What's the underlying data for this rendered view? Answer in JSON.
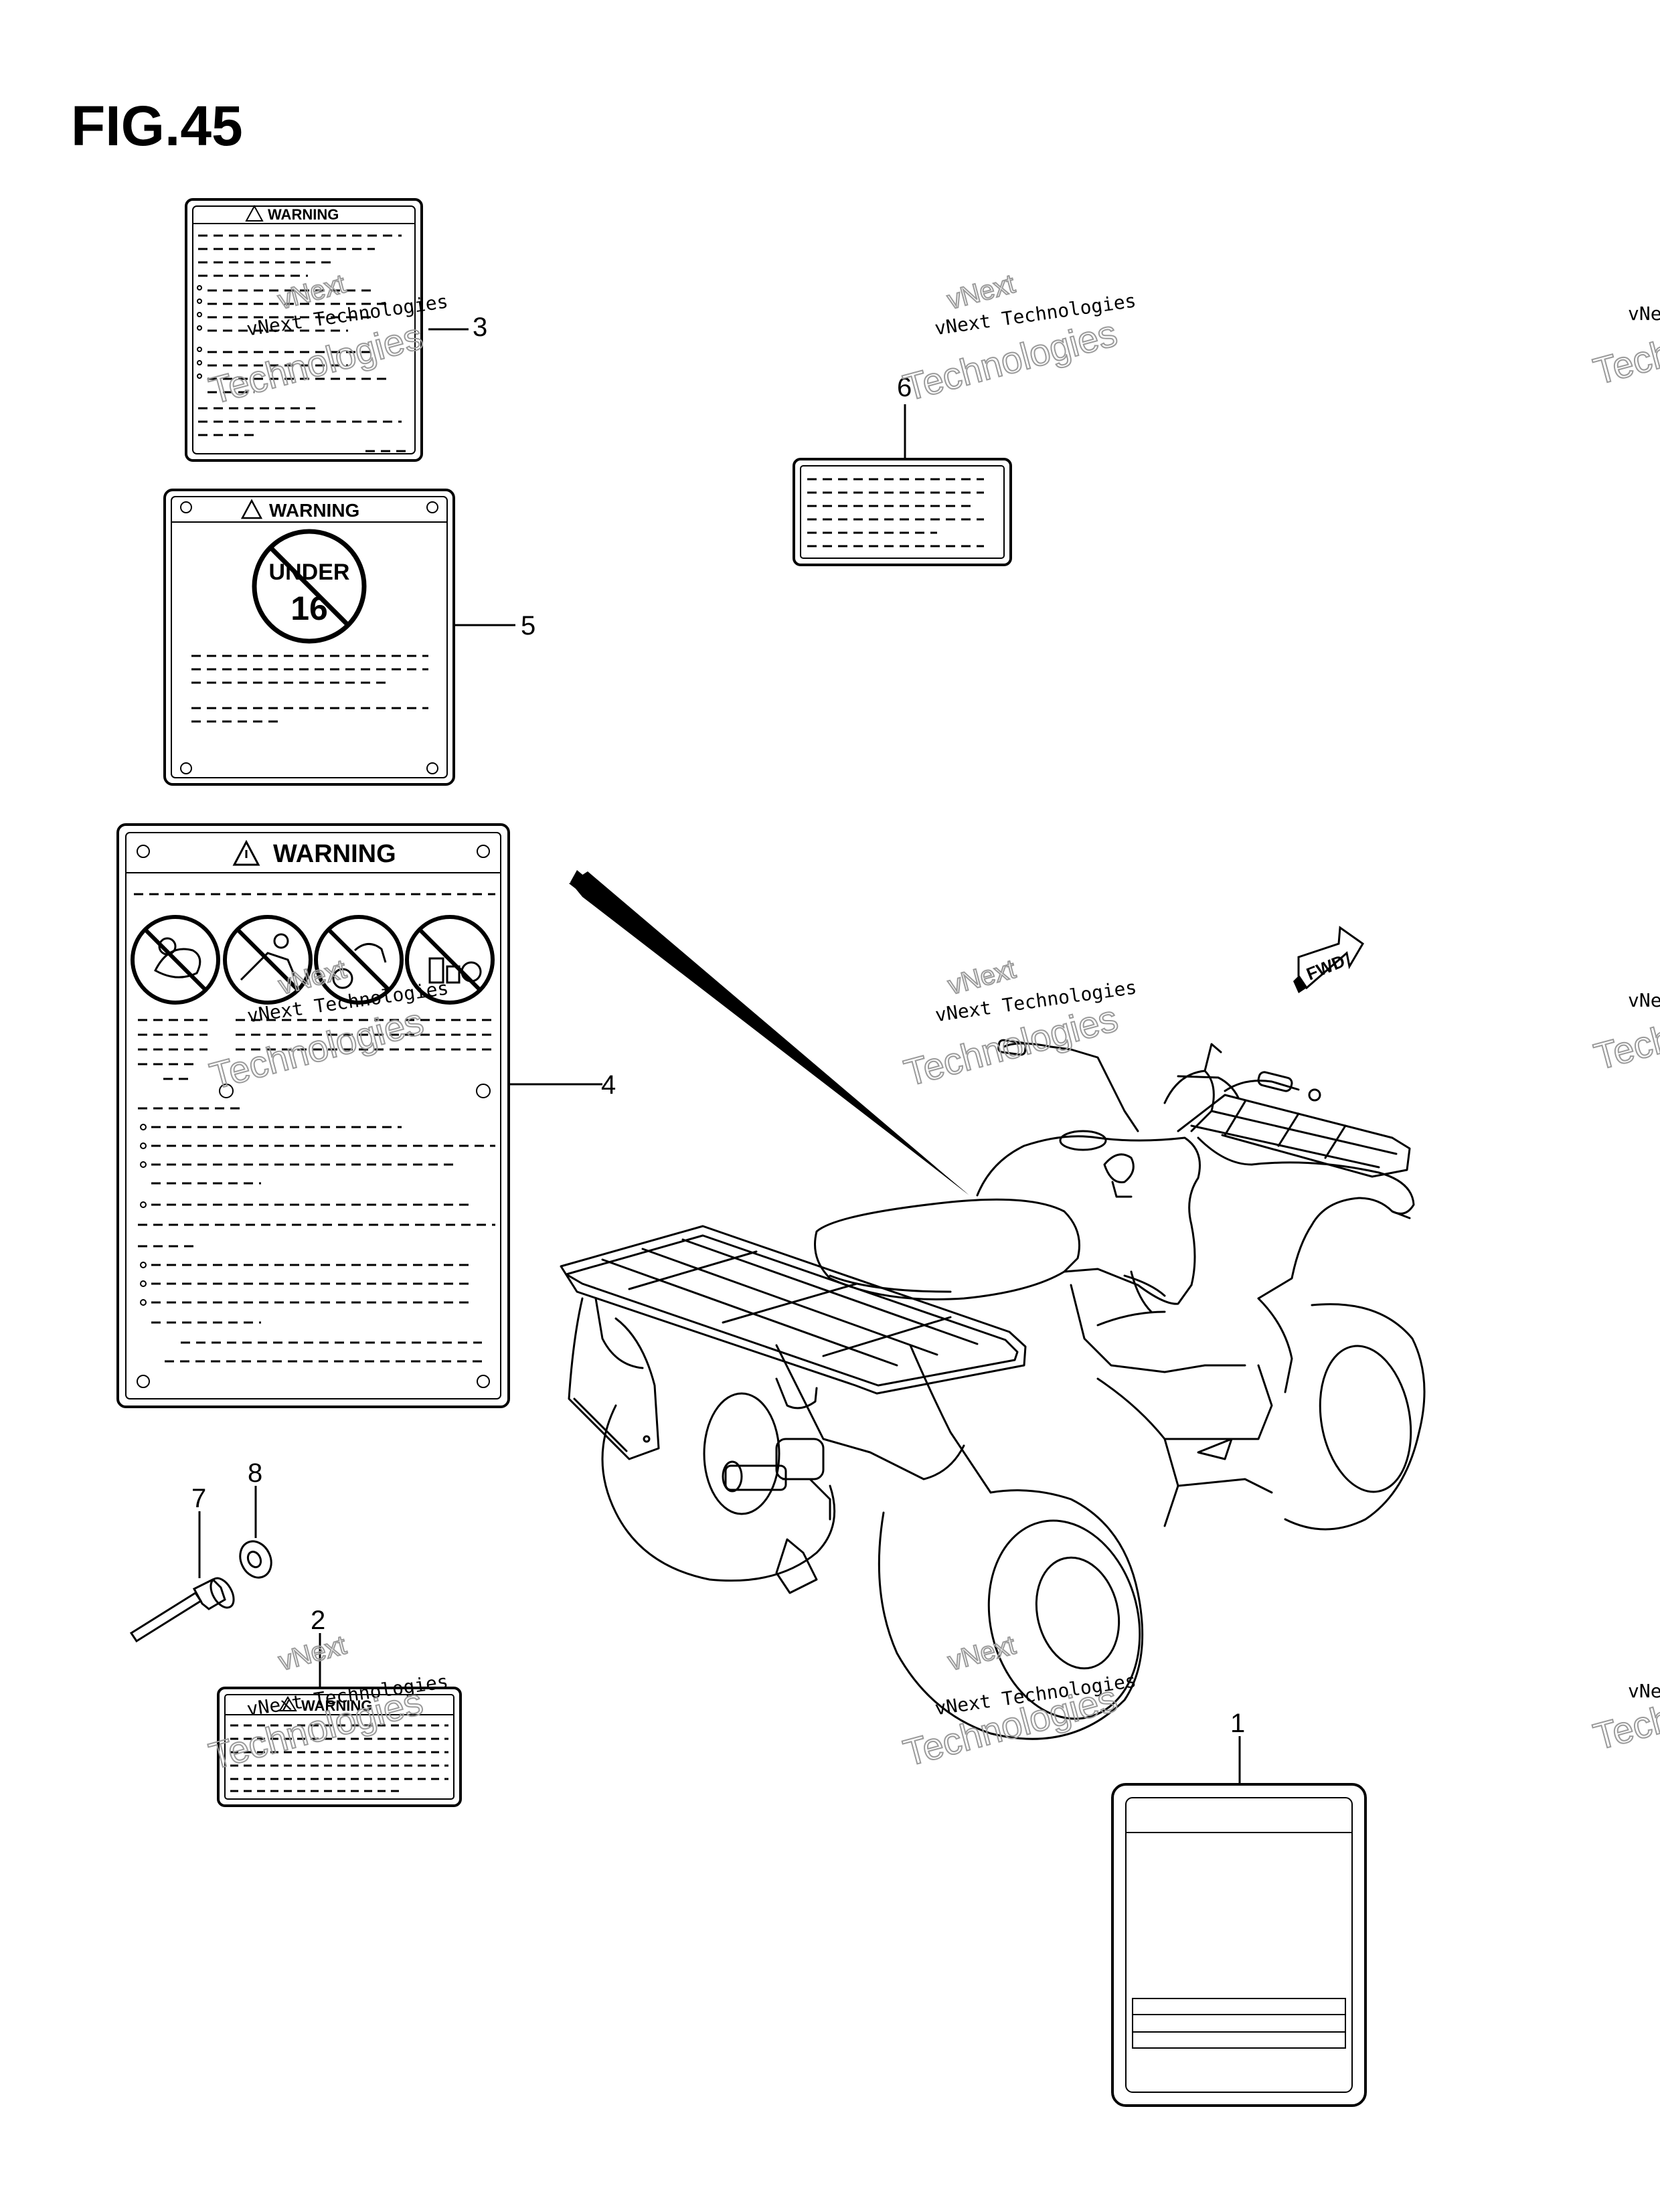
{
  "figure": {
    "title": "FIG.45"
  },
  "callouts": {
    "c1": "1",
    "c2": "2",
    "c3": "3",
    "c4": "4",
    "c5": "5",
    "c6": "6",
    "c7": "7",
    "c8": "8"
  },
  "labels": {
    "warning": "WARNING",
    "under": "UNDER",
    "age": "16",
    "fwd": "FWD"
  },
  "watermark": {
    "line1": "vNext",
    "line2": "vNext Technologies",
    "line3": "Technologies"
  },
  "colors": {
    "ink": "#000000",
    "watermark": "#9a9a9a",
    "background": "#ffffff"
  }
}
